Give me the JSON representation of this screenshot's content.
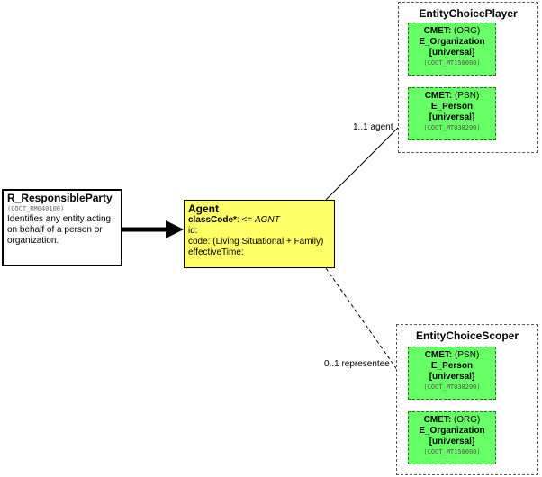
{
  "responsible_party": {
    "title": "R_ResponsibleParty",
    "code": "(COCT_RM040100)",
    "description_lines": [
      "Identifies any entity acting",
      "on behalf of a person or",
      "organization."
    ]
  },
  "agent": {
    "title": "Agent",
    "class_code_label": "classCode*",
    "class_code_op": ": <= ",
    "class_code_value": "AGNT",
    "id": "id:",
    "code": "code: (Living Situational + Family)",
    "effective_time": "effectiveTime:"
  },
  "player": {
    "title": "EntityChoicePlayer",
    "assoc_label": "1..1 agent",
    "cmets": [
      {
        "prefix": "CMET:",
        "kind": "(ORG)",
        "name": "E_Organization",
        "qual": "[universal]",
        "code": "(COCT_MT150000)"
      },
      {
        "prefix": "CMET:",
        "kind": "(PSN)",
        "name": "E_Person",
        "qual": "[universal]",
        "code": "(COCT_MT030200)"
      }
    ]
  },
  "scoper": {
    "title": "EntityChoiceScoper",
    "assoc_label": "0..1 representee",
    "cmets": [
      {
        "prefix": "CMET:",
        "kind": "(PSN)",
        "name": "E_Person",
        "qual": "[universal]",
        "code": "(COCT_MT030200)"
      },
      {
        "prefix": "CMET:",
        "kind": "(ORG)",
        "name": "E_Organization",
        "qual": "[universal]",
        "code": "(COCT_MT150000)"
      }
    ]
  },
  "colors": {
    "agent_fill": "#ffff66",
    "cmet_fill": "#66ff66"
  }
}
